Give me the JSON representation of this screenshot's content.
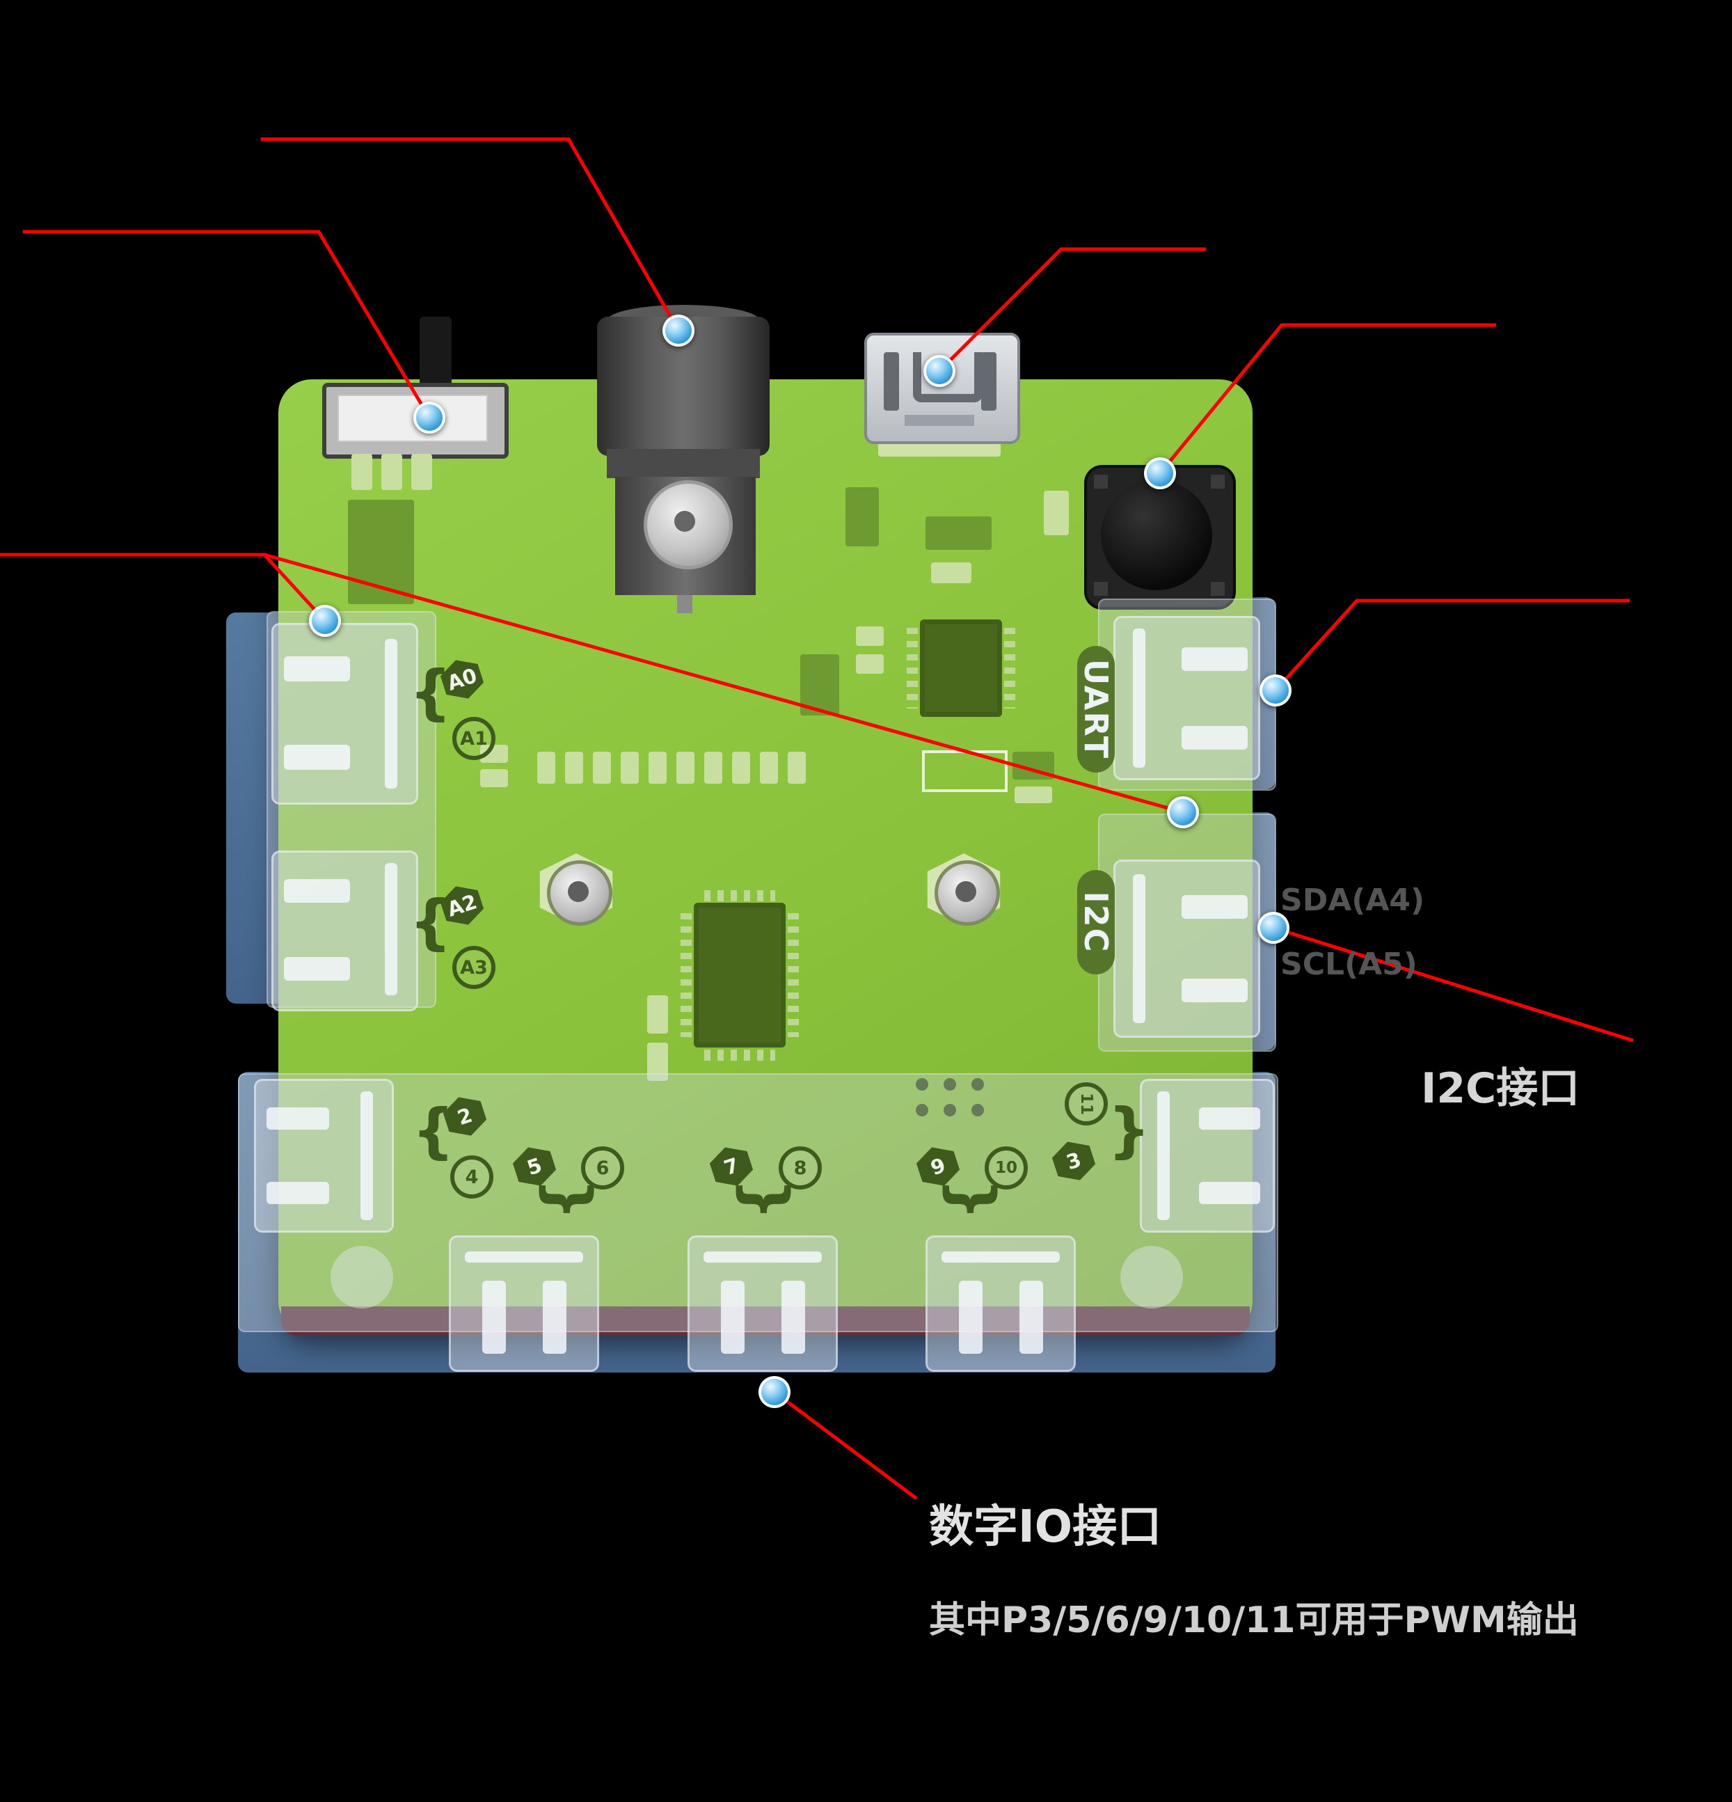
{
  "board": {
    "uart_label": "UART",
    "i2c_label": "I2C"
  },
  "pins": {
    "analog": [
      {
        "label": "A0",
        "shape": "hex"
      },
      {
        "label": "A1",
        "shape": "circle"
      },
      {
        "label": "A2",
        "shape": "hex"
      },
      {
        "label": "A3",
        "shape": "circle"
      }
    ],
    "digital": [
      {
        "label": "2",
        "shape": "hex"
      },
      {
        "label": "4",
        "shape": "circle"
      },
      {
        "label": "5",
        "shape": "hex"
      },
      {
        "label": "6",
        "shape": "circle"
      },
      {
        "label": "7",
        "shape": "hex"
      },
      {
        "label": "8",
        "shape": "circle"
      },
      {
        "label": "9",
        "shape": "hex"
      },
      {
        "label": "10",
        "shape": "circle"
      },
      {
        "label": "3",
        "shape": "hex"
      },
      {
        "label": "11",
        "shape": "circle"
      }
    ]
  },
  "annotations": {
    "sda_label": "SDA(A4)",
    "scl_label": "SCL(A5)",
    "i2c_title": "I2C接口",
    "digital_title": "数字IO接口",
    "digital_subtitle": "其中P3/5/6/9/10/11可用于PWM输出"
  },
  "glyphs": {
    "brace": "{"
  },
  "colors": {
    "board_green": "#8cc63e",
    "connector_blue": "#4a6d9b",
    "silkscreen_olive": "#3f5a1d",
    "callout_red": "#ff0000",
    "marker_blue": "#2e8fd0",
    "note_gray": "#555555",
    "title_light": "#d8d8d8"
  }
}
